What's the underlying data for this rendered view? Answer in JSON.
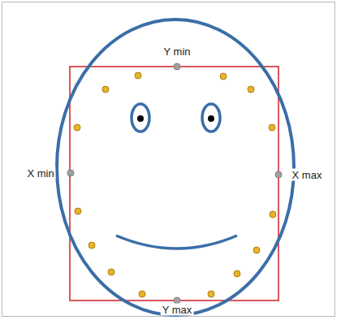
{
  "diagram": {
    "labels": [
      "Y min",
      "X min",
      "X max",
      "Y max"
    ]
  }
}
